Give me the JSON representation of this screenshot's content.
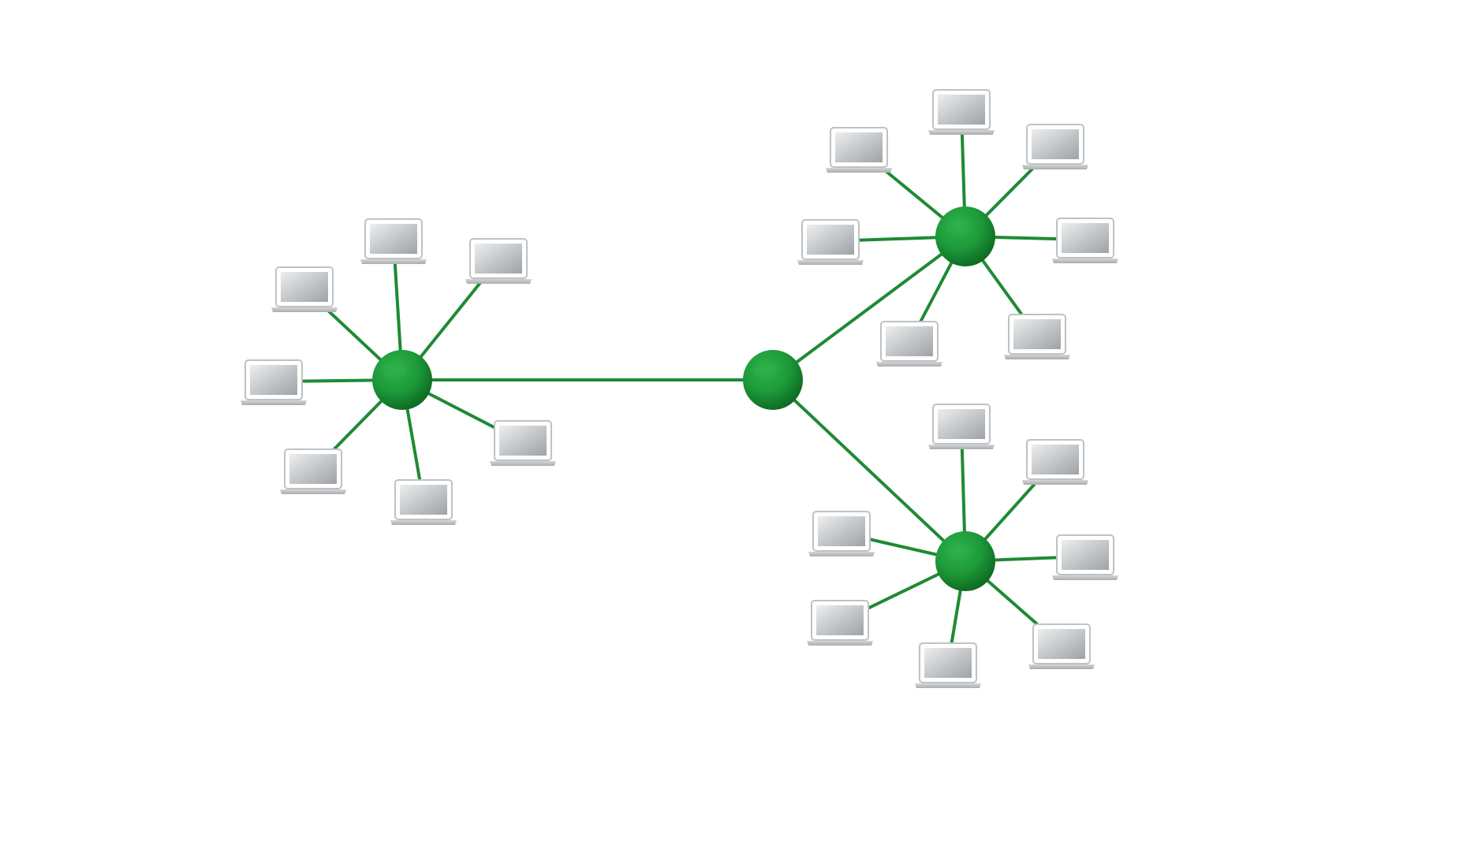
{
  "diagram": {
    "type": "tree-of-stars network topology",
    "colors": {
      "background": "#ffffff",
      "link": "#1f8a34",
      "hub_light": "#2fb24a",
      "hub_mid": "#1d9a3a",
      "hub_dark": "#0e6a22",
      "laptop_bezel": "#ffffff",
      "laptop_outline": "#bfc1c3",
      "laptop_screen_light": "#eceeef",
      "laptop_screen_dark": "#9ea2a6",
      "laptop_base": "#b5b7b9"
    },
    "icons": {
      "hub": "hub-node-icon",
      "computer": "laptop-icon"
    },
    "stars": [
      {
        "name": "left-star",
        "laptop_count": 7
      },
      {
        "name": "top-right-star",
        "laptop_count": 7
      },
      {
        "name": "bottom-right-star",
        "laptop_count": 7
      }
    ],
    "center_hub": {
      "name": "center-hub",
      "connects_to": [
        "left-star",
        "top-right-star",
        "bottom-right-star"
      ]
    }
  }
}
